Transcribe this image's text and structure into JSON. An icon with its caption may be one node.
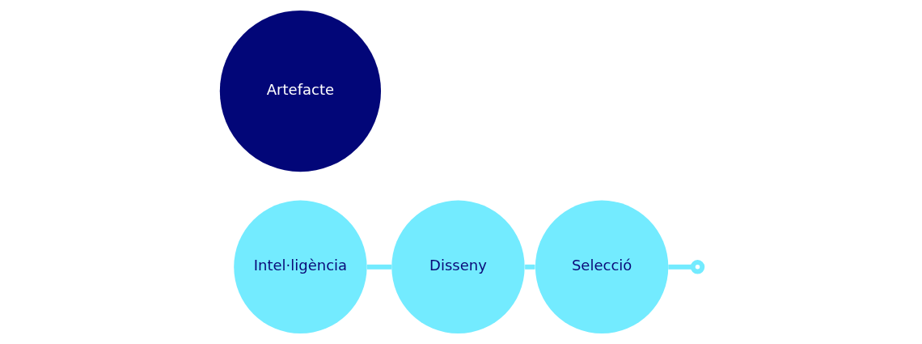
{
  "diagram": {
    "nodes": [
      {
        "text": [
          "Intel·ligència"
        ]
      },
      {
        "text": [
          "Disseny"
        ]
      },
      {
        "text": [
          "Selecció"
        ]
      },
      {
        "text": [
          "Artefacte"
        ]
      }
    ],
    "edges": [
      {
        "from": 0,
        "to": 1,
        "arrow": "none"
      },
      {
        "from": 1,
        "to": 2,
        "arrow": "none"
      },
      {
        "from": 2,
        "to": null,
        "arrow": "other"
      }
    ]
  }
}
